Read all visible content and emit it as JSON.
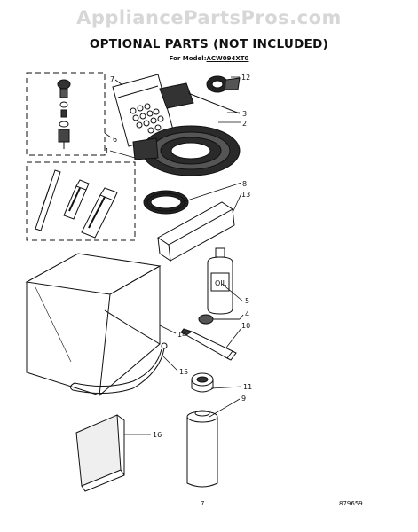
{
  "watermark": "AppliancePartsPros.com",
  "title": "OPTIONAL PARTS (NOT INCLUDED)",
  "model_prefix": "For Model",
  "model_number": "ACW094XT0",
  "page_number": "7",
  "document_number": "879659",
  "callouts": {
    "c1": "1",
    "c2": "2",
    "c3": "3",
    "c4": "4",
    "c5": "5",
    "c6": "6",
    "c7": "7",
    "c8": "8",
    "c9": "9",
    "c10": "10",
    "c11": "11",
    "c12": "12",
    "c13": "13",
    "c14": "14",
    "c15": "15",
    "c16": "16"
  },
  "oil_label": "OIL"
}
